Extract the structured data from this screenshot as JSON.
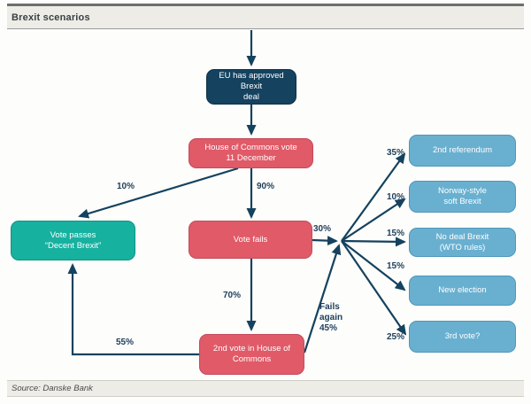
{
  "title": "Brexit scenarios",
  "source": "Source: Danske Bank",
  "colors": {
    "navy": "#14425f",
    "red": "#e05a68",
    "teal": "#17b1a0",
    "blue": "#69b0d0",
    "arrow": "#14425f",
    "label_text": "#1d3e5a",
    "strip_bg": "#edece6",
    "topbar": "#6e6e6e"
  },
  "nodes": {
    "eu_approved": {
      "label": "EU has approved Brexit\ndeal"
    },
    "hoc_vote": {
      "label": "House of Commons vote\n11 December"
    },
    "vote_passes": {
      "label": "Vote passes\n“Decent Brexit”"
    },
    "vote_fails": {
      "label": "Vote fails"
    },
    "second_vote": {
      "label": "2nd vote in House of\nCommons"
    },
    "second_referendum": {
      "label": "2nd referendum"
    },
    "norway_style": {
      "label": "Norway-style\nsoft Brexit"
    },
    "no_deal": {
      "label": "No deal Brexit\n(WTO rules)"
    },
    "new_election": {
      "label": "New election"
    },
    "third_vote": {
      "label": "3rd vote?"
    }
  },
  "edge_labels": {
    "hoc_to_passes": "10%",
    "hoc_to_fails": "90%",
    "fails_to_fan": "30%",
    "fails_to_second": "70%",
    "second_to_passes": "55%",
    "second_to_fan": "Fails\nagain\n45%",
    "fan_to_referendum": "35%",
    "fan_to_norway": "10%",
    "fan_to_nodeal": "15%",
    "fan_to_election": "15%",
    "fan_to_thirdvote": "25%"
  }
}
